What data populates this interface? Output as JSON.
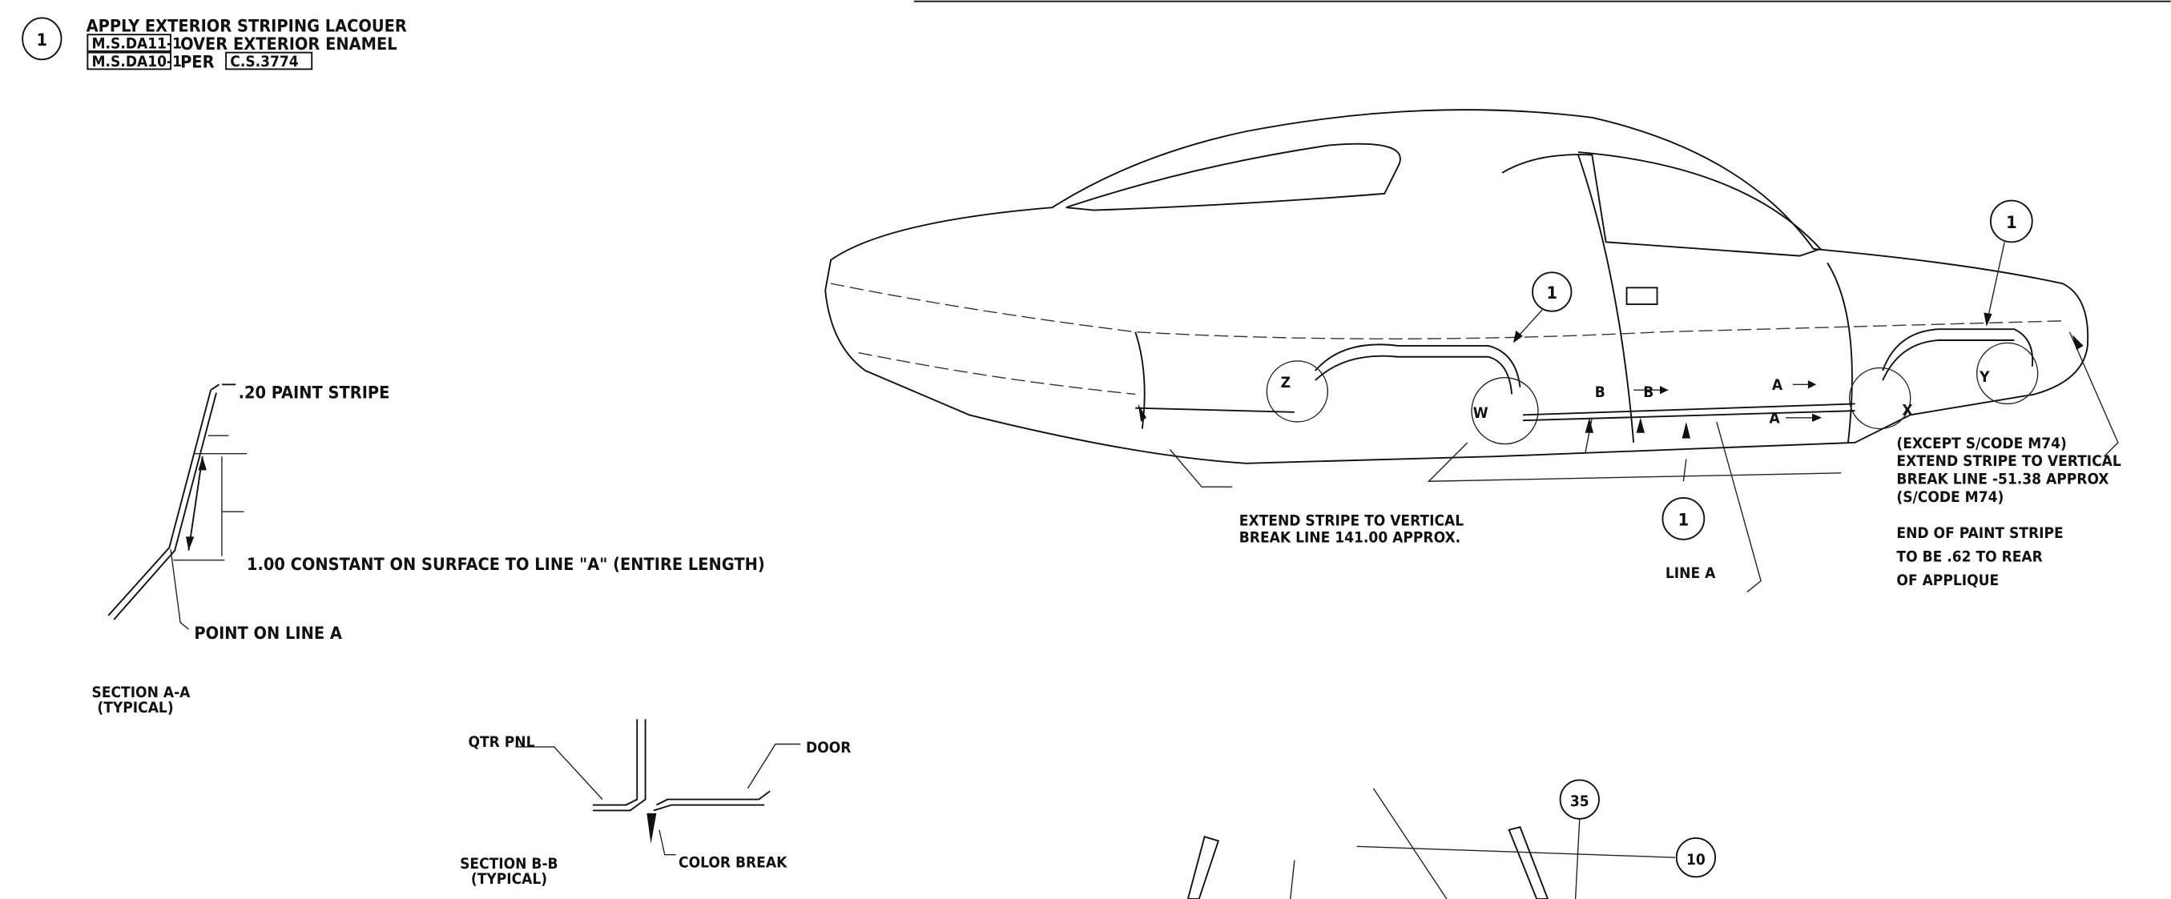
{
  "note": {
    "callout": "1",
    "line1": "APPLY EXTERIOR STRIPING LACOUER",
    "spec1": "M.S.DA11-1",
    "line2": "OVER EXTERIOR ENAMEL",
    "spec2": "M.S.DA10-1",
    "per": "PER",
    "spec3": "C.S.3774"
  },
  "section_aa": {
    "stripe": ".20 PAINT STRIPE",
    "constant": "1.00 CONSTANT ON SURFACE TO LINE \"A\" (ENTIRE LENGTH)",
    "point": "POINT ON LINE A",
    "title": "SECTION A-A",
    "subtitle": "(TYPICAL)"
  },
  "section_bb": {
    "qtr": "QTR PNL",
    "door": "DOOR",
    "color_break": "COLOR BREAK",
    "title": "SECTION B-B",
    "subtitle": "(TYPICAL)"
  },
  "car": {
    "callouts": [
      "1",
      "1",
      "1"
    ],
    "labels": {
      "z": "Z",
      "w": "W",
      "b1": "B",
      "b2": "B",
      "a1": "A",
      "a2": "A",
      "x": "X",
      "y": "Y"
    },
    "front_note": [
      "EXTEND STRIPE TO VERTICAL",
      "BREAK LINE 141.00 APPROX."
    ],
    "line_a": "LINE A",
    "rear_note": [
      "(EXCEPT S/CODE M74)",
      "EXTEND STRIPE TO VERTICAL",
      "BREAK LINE -51.38 APPROX",
      "(S/CODE M74)",
      "END OF PAINT STRIPE",
      "TO BE .62 TO REAR",
      "OF APPLIQUE"
    ]
  },
  "bottom": {
    "callout_35": "35",
    "callout_10": "10"
  }
}
